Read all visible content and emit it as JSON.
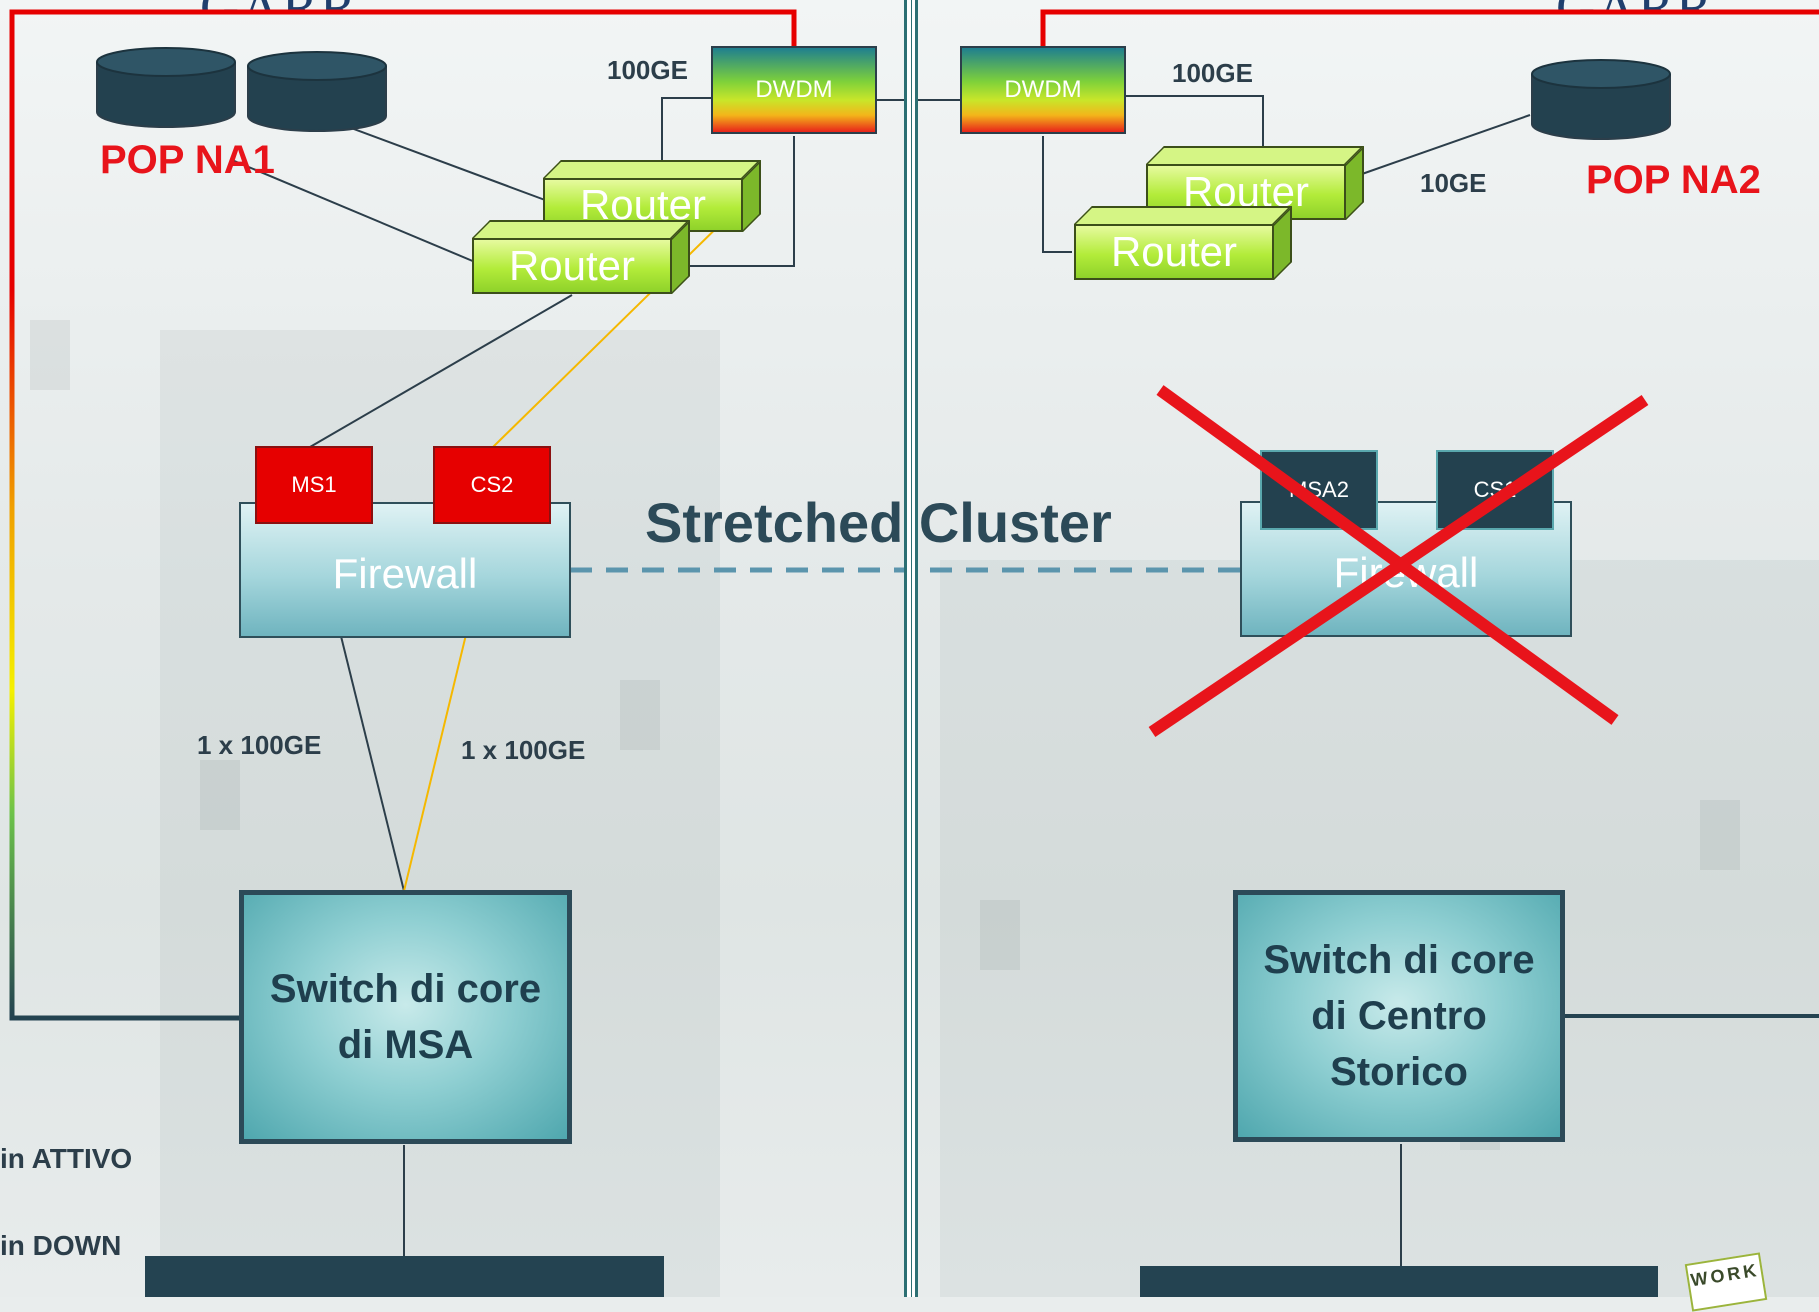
{
  "logo_text": "GARR",
  "left_site": {
    "pop_label": "POP NA1",
    "dwdm_label": "DWDM",
    "dwdm_speed": "100GE",
    "router_top": "Router",
    "router_bottom": "Router",
    "node_ms": "MS1",
    "node_cs": "CS2",
    "firewall": "Firewall",
    "link_black": "1 x 100GE",
    "link_yellow": "1 x 100GE",
    "switch_line1": "Switch di core",
    "switch_line2": "di MSA"
  },
  "right_site": {
    "pop_label": "POP NA2",
    "dwdm_label": "DWDM",
    "dwdm_speed": "100GE",
    "pop_speed": "10GE",
    "router_top": "Router",
    "router_bottom": "Router",
    "node_msa": "MSA2",
    "node_cs": "CS1",
    "firewall": "Firewall",
    "switch_line1": "Switch di core",
    "switch_line2": "di Centro",
    "switch_line3": "Storico"
  },
  "cluster_label": "Stretched Cluster",
  "legend": {
    "active": "in ATTIVO",
    "down": "in DOWN"
  },
  "badge_text": "WORK",
  "colors": {
    "red_link": "#e60000",
    "yellow_link": "#f5b800",
    "dark": "#244351",
    "dashed": "#5b95ad"
  }
}
